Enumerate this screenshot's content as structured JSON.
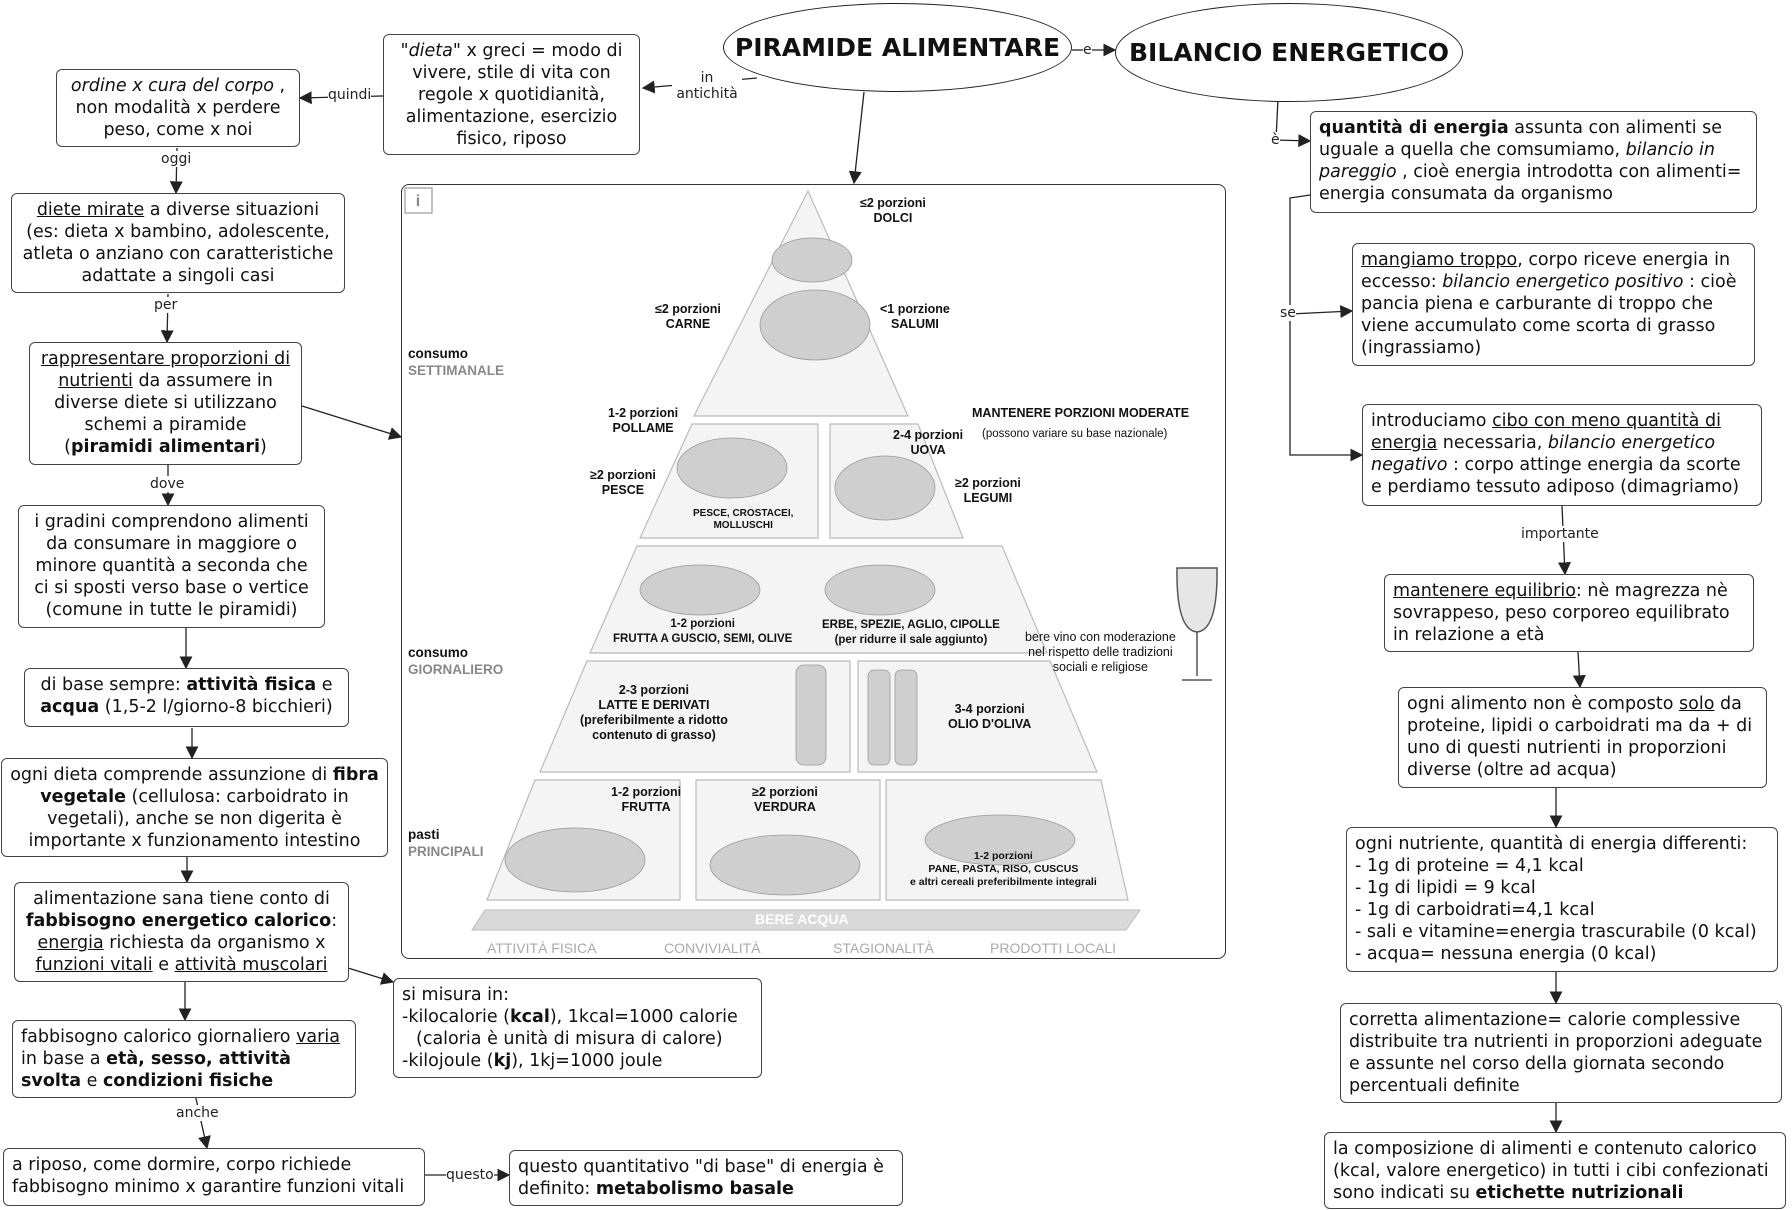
{
  "title_left": "PIRAMIDE ALIMENTARE",
  "title_right": "BILANCIO ENERGETICO",
  "links": {
    "e": "e",
    "in_antichita": "in antichità",
    "quindi": "quindi",
    "oggi": "oggi",
    "per": "per",
    "dove": "dove",
    "anche": "anche",
    "questo": "questo",
    "e_right": "è",
    "se": "se",
    "importante": "importante"
  },
  "left": {
    "dieta_greci": {
      "t1": "\"dieta\"",
      "t2": "  x greci = modo di vivere, stile di vita con regole x quotidianità, alimentazione, esercizio fisico, riposo"
    },
    "ordine": {
      "t1": "ordine x cura del corpo",
      "t2": " , non modalità x perdere peso, come x noi"
    },
    "diete_mirate": {
      "t1": "diete mirate",
      "t2": " a diverse situazioni (es: dieta x bambino, adolescente, atleta o anziano con caratteristiche adattate a singoli casi"
    },
    "rappresentare": {
      "t1": "rappresentare proporzioni di nutrienti",
      "t2": " da assumere in diverse diete si utilizzano schemi a piramide (",
      "t3": "piramidi alimentari",
      "t4": ")"
    },
    "gradini": "i gradini comprendono alimenti da consumare in maggiore o minore quantità a seconda che ci si sposti verso base o vertice (comune in tutte le piramidi)",
    "base": {
      "t1": "di base sempre: ",
      "t2": "attività fisica",
      "t3": " e ",
      "t4": "acqua",
      "t5": " (1,5-2 l/giorno-8 bicchieri)"
    },
    "fibra": {
      "t1": "ogni dieta comprende assunzione di ",
      "t2": "fibra vegetale",
      "t3": " (cellulosa: carboidrato in vegetali), anche se non digerita è importante x funzionamento intestino"
    },
    "sana": {
      "t1": "alimentazione sana tiene conto di ",
      "t2": "fabbisogno energetico calorico",
      "t3": ": ",
      "t4": "energia",
      "t5": " richiesta da organismo x ",
      "t6": "funzioni vitali",
      "t7": " e ",
      "t8": "attività muscolari"
    },
    "fabbisogno": {
      "t1": "fabbisogno calorico giornaliero ",
      "t2": "varia",
      "t3": " in base a ",
      "t4": "età, sesso, attività svolta",
      "t5": " e ",
      "t6": "condizioni fisiche"
    },
    "riposo": "a riposo, come dormire, corpo richiede fabbisogno minimo x garantire funzioni vitali",
    "metabolismo": {
      "t1": "questo quantitativo \"di base\" di energia è definito: ",
      "t2": "metabolismo basale"
    },
    "misura": {
      "t1": "si misura in:",
      "t2": "-kilocalorie (",
      "t3": "kcal",
      "t4": "), 1kcal=1000 calorie",
      "t5": "(caloria è unità di misura di calore)",
      "t6": "-kilojoule (",
      "t7": "kj",
      "t8": "), 1kj=1000 joule"
    }
  },
  "right": {
    "quantita": {
      "t1": "quantità di energia",
      "t2": " assunta con alimenti se uguale a quella che comsumiamo, ",
      "t3": "bilancio in pareggio",
      "t4": " , cioè energia introdotta con alimenti= energia consumata da organismo"
    },
    "troppo": {
      "t1": "mangiamo troppo",
      "t2": ", corpo riceve energia in eccesso: ",
      "t3": "bilancio energetico positivo",
      "t4": " : cioè pancia piena e carburante di troppo che viene accumulato come scorta di grasso (ingrassiamo)"
    },
    "meno": {
      "t1": "introduciamo ",
      "t2": "cibo con meno quantità di energia",
      "t3": " necessaria, ",
      "t4": "bilancio energetico negativo",
      "t5": " : corpo attinge energia da scorte e perdiamo tessuto adiposo (dimagriamo)"
    },
    "equilibrio": {
      "t1": "mantenere equilibrio",
      "t2": ": nè magrezza nè sovrappeso, peso corporeo equilibrato in relazione a età"
    },
    "alimento": {
      "t1": "ogni alimento non è composto ",
      "t2": "solo",
      "t3": " da proteine, lipidi o carboidrati ma da + di uno di questi nutrienti in proporzioni diverse (oltre ad acqua)"
    },
    "nutriente": [
      "ogni nutriente, quantità di energia differenti:",
      "- 1g di proteine = 4,1 kcal",
      "- 1g di lipidi = 9 kcal",
      "- 1g di carboidrati=4,1 kcal",
      "- sali e vitamine=energia trascurabile (0 kcal)",
      "- acqua= nessuna energia (0 kcal)"
    ],
    "corretta": "corretta alimentazione= calorie complessive distribuite tra nutrienti in proporzioni adeguate e assunte nel corso della giornata secondo percentuali definite",
    "etichette": {
      "t1": "la composizione di alimenti e contenuto calorico (kcal, valore energetico) in tutti i cibi confezionati sono indicati su ",
      "t2": "etichette nutrizionali"
    }
  },
  "pyramid": {
    "side": [
      {
        "a": "consumo",
        "b": "SETTIMANALE"
      },
      {
        "a": "consumo",
        "b": "GIORNALIERO"
      },
      {
        "a": "pasti",
        "b": "PRINCIPALI"
      }
    ],
    "labels": {
      "dolci": "≤2 porzioni\nDOLCI",
      "carne": "≤2 porzioni\nCARNE",
      "salumi": "<1 porzione\nSALUMI",
      "pollame": "1-2 porzioni\nPOLLAME",
      "pesce": "≥2 porzioni\nPESCE",
      "molluschi": "PESCE, CROSTACEI,\nMOLLUSCHI",
      "uova": "2-4 porzioni\nUOVA",
      "legumi": "≥2 porzioni\nLEGUMI",
      "moderate": "MANTENERE PORZIONI MODERATE",
      "moderate2": "(possono variare su base nazionale)",
      "frutta_guscio": "1-2 porzioni\nFRUTTA A GUSCIO, SEMI, OLIVE",
      "erbe": "ERBE, SPEZIE, AGLIO, CIPOLLE\n(per ridurre il sale aggiunto)",
      "vino": "bere vino con moderazione\nnel rispetto delle tradizioni\nsociali e religiose",
      "latte": "2-3 porzioni\nLATTE E DERIVATI\n(preferibilmente a ridotto\ncontenuto di grasso)",
      "olio": "3-4 porzioni\nOLIO D'OLIVA",
      "frutta": "1-2 porzioni\nFRUTTA",
      "verdura": "≥2 porzioni\nVERDURA",
      "pane": "1-2 porzioni\nPANE, PASTA, RISO, CUSCUS\ne altri cereali preferibilmente integrali",
      "acqua": "BERE ACQUA"
    },
    "footer": [
      "ATTIVITÀ FISICA",
      "CONVIVIALITÀ",
      "STAGIONALITÀ",
      "PRODOTTI LOCALI"
    ]
  }
}
